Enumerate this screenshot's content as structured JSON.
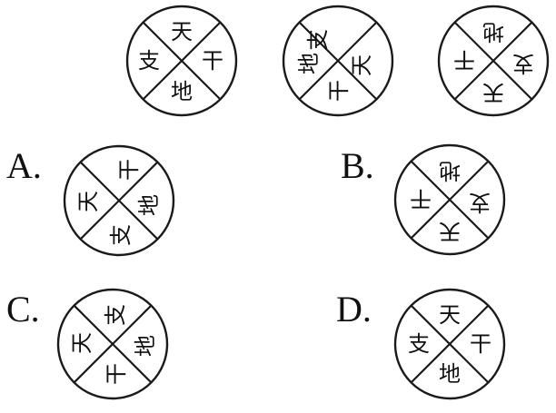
{
  "glyphs": {
    "tian": "天",
    "gan": "干",
    "di": "地",
    "zhi": "支"
  },
  "question_sequence": [
    {
      "top": "天",
      "right": "干",
      "bottom": "地",
      "left": "支"
    },
    {
      "top": "支",
      "right": "天",
      "bottom": "干",
      "left": "地"
    },
    {
      "top": "地",
      "right": "支",
      "bottom": "天",
      "left": "干"
    }
  ],
  "options": [
    {
      "label": "A.",
      "top": "干",
      "right": "地",
      "bottom": "支",
      "left": "天"
    },
    {
      "label": "B.",
      "top": "地",
      "right": "支",
      "bottom": "天",
      "left": "干"
    },
    {
      "label": "C.",
      "top": "支",
      "right": "地",
      "bottom": "干",
      "left": "天"
    },
    {
      "label": "D.",
      "top": "天",
      "right": "干",
      "bottom": "地",
      "left": "支"
    }
  ]
}
